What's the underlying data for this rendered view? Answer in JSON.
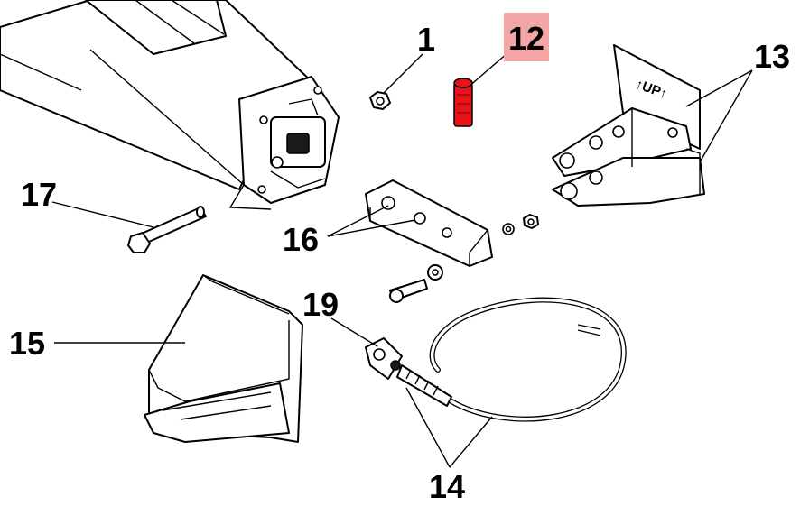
{
  "diagram": {
    "callouts": [
      {
        "id": "1",
        "text": "1"
      },
      {
        "id": "12",
        "text": "12",
        "highlight_color": "#f2a6a6"
      },
      {
        "id": "13",
        "text": "13"
      },
      {
        "id": "14",
        "text": "14"
      },
      {
        "id": "15",
        "text": "15"
      },
      {
        "id": "16",
        "text": "16"
      },
      {
        "id": "17",
        "text": "17"
      },
      {
        "id": "19",
        "text": "19"
      }
    ],
    "bracket_marking": "↑UP↑",
    "colors": {
      "highlight_part": "#e8141c",
      "highlight_box": "#f2a6a6",
      "line": "#000000"
    }
  }
}
